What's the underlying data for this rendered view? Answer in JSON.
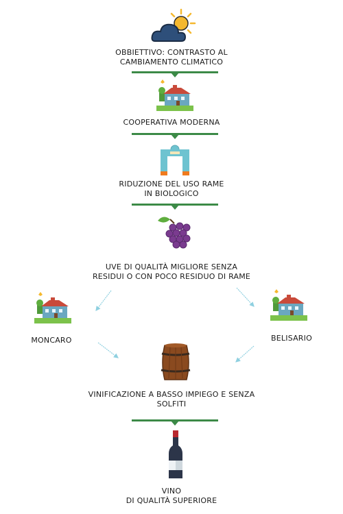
{
  "nodes": {
    "objective": {
      "lines": [
        "OBBIETTIVO: CONTRASTO AL",
        "CAMBIAMENTO CLIMATICO"
      ],
      "icon": "sun-cloud-icon"
    },
    "cooperative": {
      "lines": [
        "COOPERATIVA MODERNA"
      ],
      "icon": "farmhouse-icon"
    },
    "copper": {
      "lines": [
        "RIDUZIONE DEL USO RAME",
        "IN BIOLOGICO"
      ],
      "icon": "gate-icon"
    },
    "grapes": {
      "lines": [
        "UVE DI QUALITÀ MIGLIORE SENZA",
        "RESIDUI O CON POCO RESIDUO DI RAME"
      ],
      "icon": "grapes-icon"
    },
    "moncaro": {
      "lines": [
        "MONCARO"
      ],
      "icon": "farmhouse-icon"
    },
    "belisario": {
      "lines": [
        "BELISARIO"
      ],
      "icon": "farmhouse-icon"
    },
    "vinification": {
      "lines": [
        "VINIFICAZIONE A BASSO IMPIEGO E SENZA",
        "SOLFITI"
      ],
      "icon": "barrel-icon"
    },
    "wine": {
      "lines": [
        "VINO",
        "DI QUALITÀ SUPERIORE"
      ],
      "icon": "wine-bottle-icon"
    }
  },
  "colors": {
    "separator": "#3c8a47",
    "arrow": "#8fd0e0",
    "cloud": "#2e4f7a",
    "sun": "#f5b82e",
    "grape": "#7a3b8f",
    "barrel": "#8a4a1f",
    "bottle": "#2c3549",
    "bottle_cap": "#b8282f",
    "gate": "#6ec3d0"
  }
}
